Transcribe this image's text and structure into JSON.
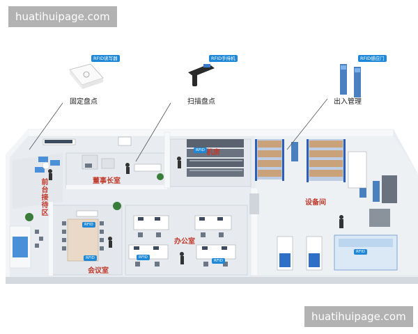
{
  "watermarks": {
    "top_left": "huatihuipage.com",
    "bottom_right": "huatihuipage.com"
  },
  "devices": {
    "reader": {
      "tag": "RFID读写器",
      "caption": "固定盘点"
    },
    "handheld": {
      "tag": "RFID手持机",
      "caption": "扫描盘点"
    },
    "gate": {
      "tag": "RFID感应门",
      "caption": "出入管理"
    }
  },
  "rooms": {
    "reception": "前台接待区",
    "chairman": "董事长室",
    "machine_room": "机房",
    "equipment": "设备间",
    "meeting": "会议室",
    "office": "办公室"
  },
  "small_tags": [
    "RFID",
    "RFID",
    "RFID",
    "RFID",
    "RFID",
    "RFID"
  ],
  "colors": {
    "tag_blue": "#1e88d8",
    "room_label_red": "#c0392b",
    "floor": "#e9edf1",
    "wall": "#f7f8fa",
    "shelf_blue": "#2f5fb3",
    "box_tan": "#c9a27a"
  }
}
